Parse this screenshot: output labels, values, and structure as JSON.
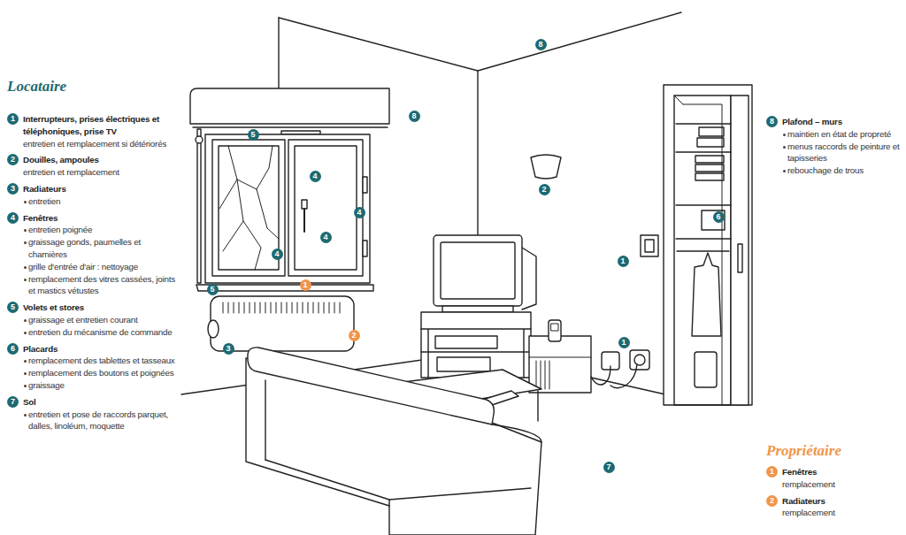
{
  "diagram": {
    "labels": [
      "Locataire",
      "1",
      "Interrupteurs, prises électriques et téléphoniques, prise TV",
      "entretien et remplacement si détériorés",
      "2",
      "Douilles, ampoules",
      "entretien et remplacement",
      "3",
      "Radiateurs",
      "entretien",
      "4",
      "Fenêtres",
      "entretien poignée",
      "graissage gonds, paumelles et charnières",
      "grille d'entrée d'air : nettoyage",
      "remplacement des vitres cassées, joints et mastics vétustes",
      "5",
      "Volets et stores",
      "graissage et entretien courant",
      "entretien du mécanisme de commande",
      "6",
      "Placards",
      "remplacement des tablettes et tasseaux",
      "remplacement des boutons et poignées",
      "graissage",
      "7",
      "Sol",
      "entretien et pose de raccords parquet, dalles, linoléum, moquette",
      "8",
      "8",
      "5",
      "4",
      "2",
      "4",
      "6",
      "4",
      "4",
      "1",
      "1",
      "5",
      "2",
      "1",
      "3",
      "7",
      "8",
      "Plafond – murs",
      "maintien en état de propreté",
      "menus raccords de peinture et tapisseries",
      "rebouchage de trous",
      "Propriétaire",
      "1",
      "Fenêtres",
      "remplacement",
      "2",
      "Radiateurs",
      "remplacement"
    ]
  }
}
